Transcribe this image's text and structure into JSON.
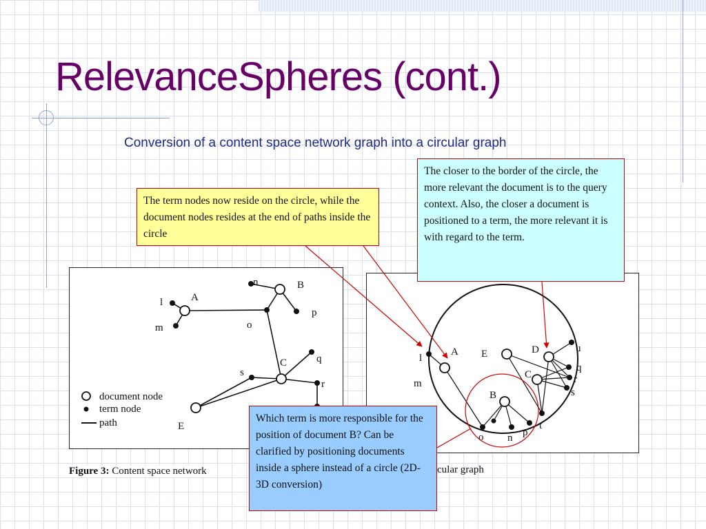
{
  "slide": {
    "title": "RelevanceSpheres (cont.)",
    "subtitle": "Conversion of a content space network graph into a circular graph"
  },
  "callouts": {
    "term_nodes": "The term nodes now reside on the circle, while the document nodes resides at the end of paths inside the circle",
    "closer_border": "The closer to the border of the circle, the more relevant the document is to the query context. Also, the closer a document is positioned to a term, the more relevant it is with regard to the term.",
    "which_term": "Which term is more responsible for the position of document B?  Can be clarified by positioning documents inside a sphere instead of a circle (2D-3D conversion)"
  },
  "figure_left": {
    "caption_label": "Figure 3:",
    "caption_text": "Content space network",
    "legend": {
      "document_node": "document node",
      "term_node": "term node",
      "path": "path"
    },
    "labels": {
      "A": "A",
      "B": "B",
      "C": "C",
      "E": "E",
      "l": "l",
      "m": "m",
      "n": "n",
      "o": "o",
      "p": "p",
      "q": "q",
      "r": "r",
      "s": "s"
    }
  },
  "figure_right": {
    "caption_text": "cular graph",
    "labels": {
      "l": "l",
      "m": "m",
      "A": "A",
      "E": "E",
      "D": "D",
      "C": "C",
      "B": "B",
      "u": "u",
      "q": "q",
      "r": "r",
      "s": "s",
      "t": "t",
      "o": "o",
      "n": "n",
      "p": "p"
    }
  },
  "colors": {
    "title": "#660066",
    "subtitle": "#1f2a8a",
    "callout_border": "#cc0000",
    "arrow": "#cc0000",
    "yellow_box": "#ffff99",
    "cyan_box": "#ccffff",
    "blue_box": "#99ccff"
  }
}
